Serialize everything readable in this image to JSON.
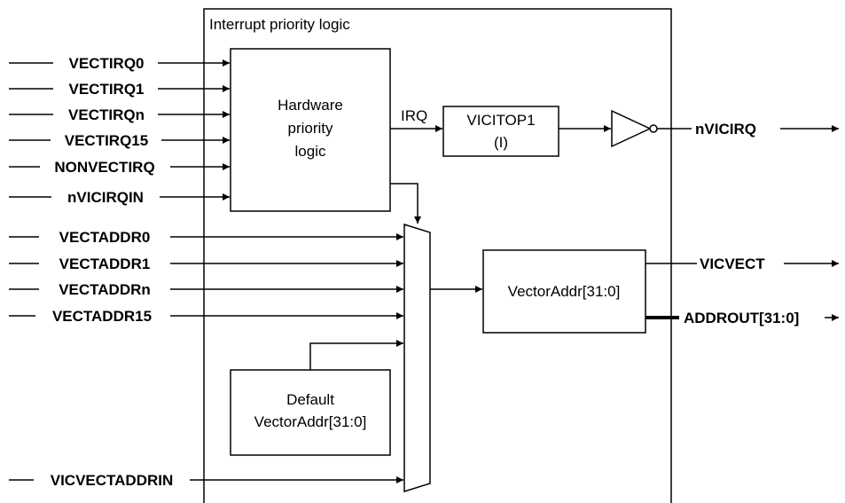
{
  "container": {
    "title": "Interrupt priority logic"
  },
  "blocks": {
    "hw_priority": [
      "Hardware",
      "priority",
      "logic"
    ],
    "vicitop": [
      "VICITOP1",
      "(I)"
    ],
    "vector_addr": "VectorAddr[31:0]",
    "default_vector": [
      "Default",
      "VectorAddr[31:0]"
    ]
  },
  "internal_labels": {
    "irq": "IRQ"
  },
  "inputs": {
    "vectirq0": "VECTIRQ0",
    "vectirq1": "VECTIRQ1",
    "vectirqn": "VECTIRQn",
    "vectirq15": "VECTIRQ15",
    "nonvectirq": "NONVECTIRQ",
    "nvicirqin": "nVICIRQIN",
    "vectaddr0": "VECTADDR0",
    "vectaddr1": "VECTADDR1",
    "vectaddrn": "VECTADDRn",
    "vectaddr15": "VECTADDR15",
    "vicvectaddrin": "VICVECTADDRIN"
  },
  "outputs": {
    "nvicirq": "nVICIRQ",
    "vicvect": "VICVECT",
    "addrout": "ADDROUT[31:0]"
  }
}
